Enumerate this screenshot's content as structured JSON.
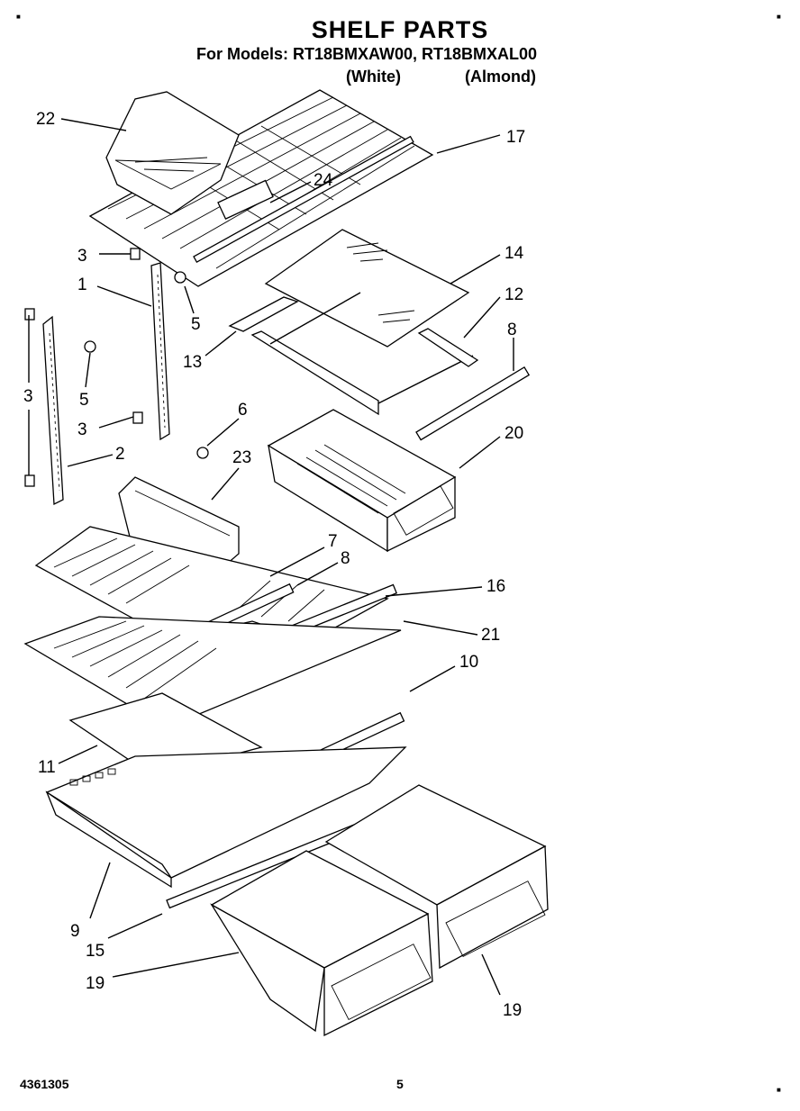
{
  "header": {
    "title": "SHELF PARTS",
    "models_line": "For Models: RT18BMXAW00, RT18BMXAL00",
    "variant_white": "(White)",
    "variant_almond": "(Almond)"
  },
  "footer": {
    "doc_number": "4361305",
    "page_number": "5"
  },
  "callouts": [
    "22",
    "17",
    "24",
    "3",
    "1",
    "5",
    "14",
    "12",
    "13",
    "8",
    "3",
    "5",
    "3",
    "6",
    "20",
    "2",
    "23",
    "7",
    "8",
    "16",
    "21",
    "10",
    "11",
    "9",
    "15",
    "19",
    "19"
  ]
}
